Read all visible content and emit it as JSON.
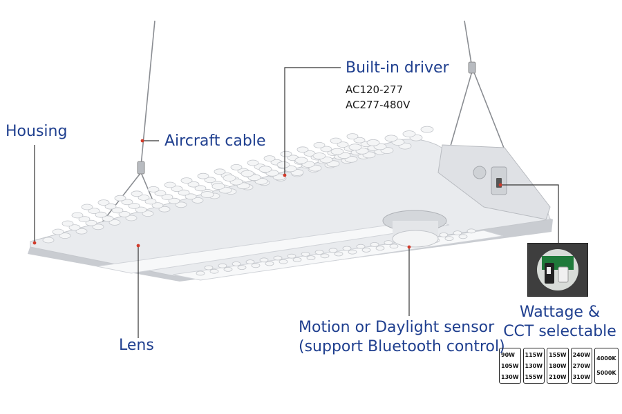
{
  "labels": {
    "housing": "Housing",
    "aircraft_cable": "Aircraft cable",
    "built_in_driver": "Built-in driver",
    "driver_spec_1": "AC120-277",
    "driver_spec_2": "AC277-480V",
    "lens": "Lens",
    "sensor_line_1": "Motion or Daylight sensor",
    "sensor_line_2": "(support Bluetooth control)",
    "selectable_line_1": "Wattage &",
    "selectable_line_2": "CCT selectable"
  },
  "wattage_options": [
    [
      "90W",
      "105W",
      "130W"
    ],
    [
      "115W",
      "130W",
      "155W"
    ],
    [
      "155W",
      "180W",
      "210W"
    ],
    [
      "240W",
      "270W",
      "310W"
    ]
  ],
  "cct_options": [
    "4000K",
    "5000K"
  ],
  "colors": {
    "label_text": "#1f3f8f",
    "spec_text": "#1a1a1a",
    "leader_line": "#333333",
    "leader_dot": "#d23a2a",
    "fixture_body": "#e9ebee",
    "fixture_shadow": "#c9ccd1"
  }
}
